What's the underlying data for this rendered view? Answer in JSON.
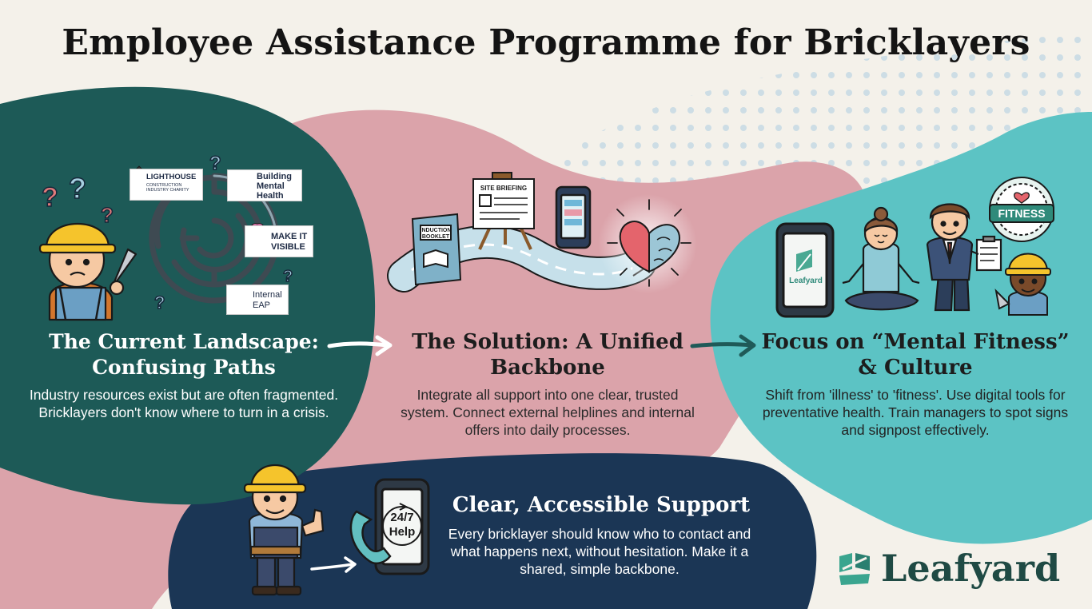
{
  "page": {
    "title": "Employee Assistance Programme for Bricklayers"
  },
  "sections": {
    "current": {
      "title": "The Current Landscape: Confusing Paths",
      "body": "Industry resources exist but are often fragmented. Bricklayers don't know where to turn in a crisis."
    },
    "solution": {
      "title": "The Solution: A Unified Backbone",
      "body": "Integrate all support into one clear, trusted system. Connect external helplines and internal offers into daily processes."
    },
    "fitness": {
      "title": "Focus on “Mental Fitness” & Culture",
      "body": "Shift from 'illness' to 'fitness'. Use digital tools for preventative health. Train managers to spot signs and signpost effectively."
    },
    "support": {
      "title": "Clear, Accessible Support",
      "body": "Every bricklayer should know who to contact and what happens next, without hesitation. Make it a shared, simple backbone."
    }
  },
  "resources": {
    "lighthouse_name": "LIGHTHOUSE",
    "lighthouse_tagline_1": "CONSTRUCTION",
    "lighthouse_tagline_2": "INDUSTRY CHARITY",
    "building_mental_health": [
      "Building",
      "Mental",
      "Health"
    ],
    "make_it_visible": [
      "MAKE IT",
      "VISIBLE"
    ],
    "internal_eap": [
      "Internal",
      "EAP"
    ]
  },
  "illustration_text": {
    "site_briefing": "SITE BRIEFING",
    "induction_booklet": [
      "INDUCTION",
      "BOOKLET"
    ],
    "fitness_badge": "FITNESS",
    "app_brand": "Leafyard",
    "help_line": [
      "24/7",
      "Help"
    ]
  },
  "brand": {
    "name": "Leafyard"
  },
  "colors": {
    "background": "#f4f1ea",
    "dark_teal": "#1d5a57",
    "rose": "#dba3aa",
    "aqua": "#5cc3c4",
    "navy": "#1b3655",
    "dots": "#c9dbe4",
    "brand_green": "#1f4a44"
  },
  "icons": [
    "question-mark-icon",
    "maze-icon",
    "heart-brain-icon",
    "phone-icon",
    "arrow-icon",
    "leafyard-logo-icon"
  ]
}
